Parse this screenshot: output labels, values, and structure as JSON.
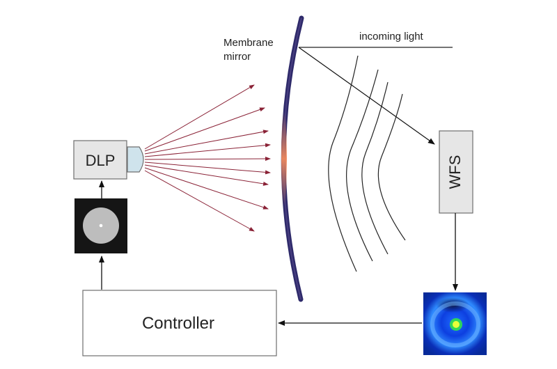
{
  "labels": {
    "membrane_line1": "Membrane",
    "membrane_line2": "mirror",
    "incoming_light": "incoming light",
    "dlp": "DLP",
    "wfs": "WFS",
    "controller": "Controller"
  },
  "colors": {
    "box_fill": "#e6e6e6",
    "box_stroke": "#6f6f6f",
    "mirror": "#2e2a6a",
    "mirror_glow": "#f08a5e",
    "projection_rays": "#8a2236",
    "wavefronts": "#222222",
    "arrows": "#111111",
    "lens_fill": "#cfe3ec",
    "pattern_background": "#151515",
    "pattern_disk": "#bdbdbd"
  },
  "icons": {
    "projected_pattern": "gray-disk-with-center-dot",
    "wfs_readout": "blue-wavefront-map-with-green-spot",
    "lens": "projector-lens"
  }
}
